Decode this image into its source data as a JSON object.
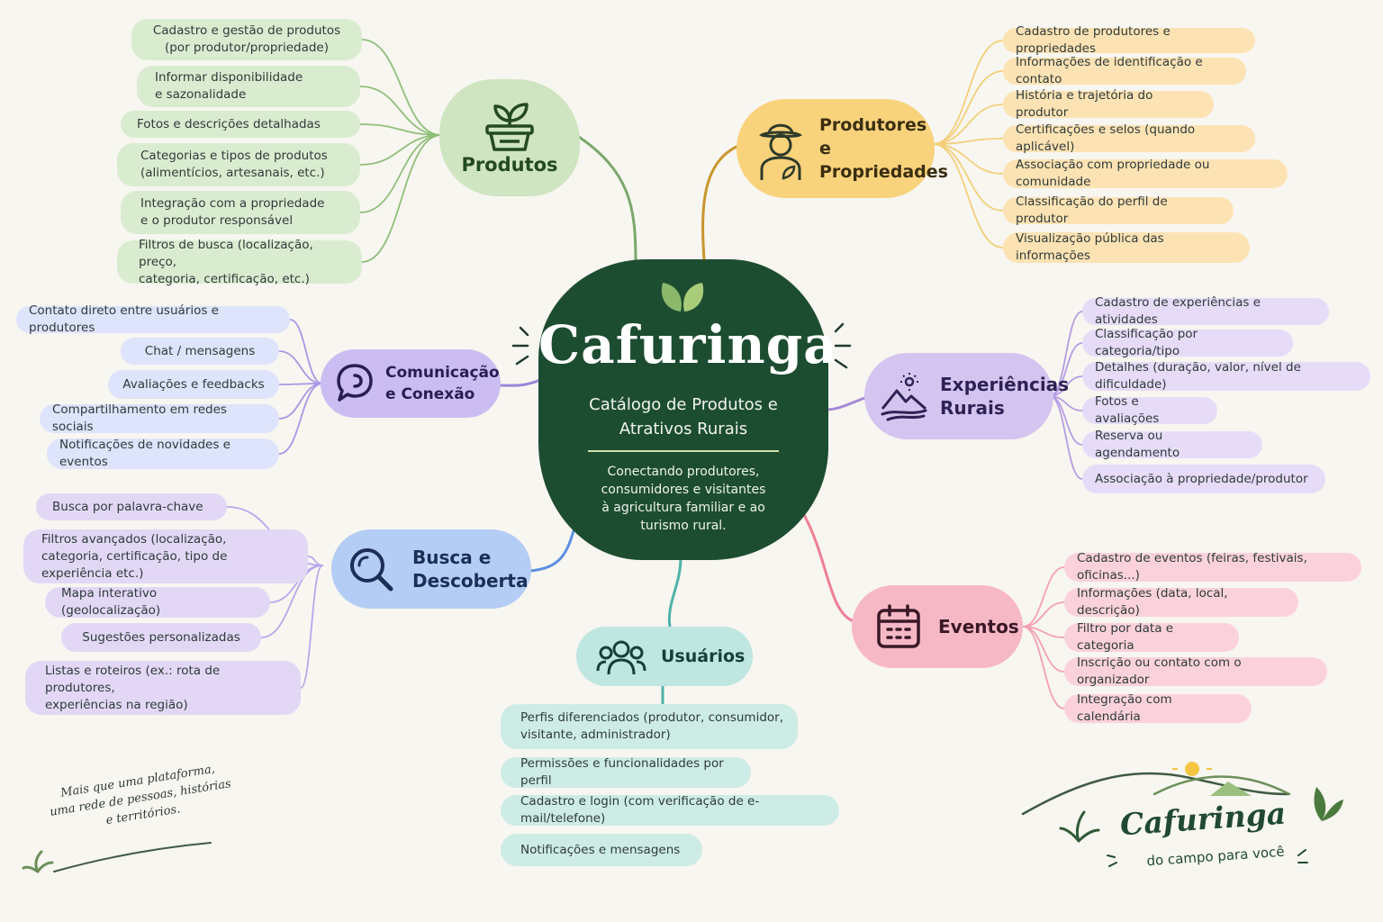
{
  "colors": {
    "background": "#f8f6f0",
    "center": "#1d4d31",
    "produtos": "#7aa86a",
    "produtores": "#f0c060",
    "experiencias": "#a58ad6",
    "eventos": "#ef7f95",
    "usuarios": "#4fb3a8",
    "busca": "#5b8fe0",
    "comunicacao": "#9a86d8"
  },
  "center": {
    "title": "Cafuringa",
    "subtitle": "Catálogo de Produtos e\nAtrativos Rurais",
    "description": "Conectando produtores,\nconsumidores e visitantes\nà agricultura familiar e ao\nturismo rural.",
    "icon": "leaf-icon"
  },
  "branches": {
    "produtos": {
      "label": "Produtos",
      "icon": "plant-basket-icon",
      "items": [
        "Cadastro e gestão de produtos\n(por produtor/propriedade)",
        "Informar disponibilidade\ne sazonalidade",
        "Fotos e descrições detalhadas",
        "Categorias e tipos de produtos\n(alimentícios, artesanais, etc.)",
        "Integração com a propriedade\ne o produtor responsável",
        "Filtros de busca (localização, preço,\ncategoria, certificação, etc.)"
      ]
    },
    "produtores": {
      "label": "Produtores\ne Propriedades",
      "icon": "farmer-icon",
      "items": [
        "Cadastro de produtores e propriedades",
        "Informações de identificação e contato",
        "História e trajetória do produtor",
        "Certificações e selos (quando aplicável)",
        "Associação com propriedade ou comunidade",
        "Classificação do perfil de produtor",
        "Visualização pública das informações"
      ]
    },
    "experiencias": {
      "label": "Experiências\nRurais",
      "icon": "mountain-icon",
      "items": [
        "Cadastro de experiências e atividades",
        "Classificação por categoria/tipo",
        "Detalhes (duração, valor, nível de dificuldade)",
        "Fotos e avaliações",
        "Reserva ou agendamento",
        "Associação à propriedade/produtor"
      ]
    },
    "eventos": {
      "label": "Eventos",
      "icon": "calendar-icon",
      "items": [
        "Cadastro de eventos (feiras, festivais, oficinas...)",
        "Informações (data, local, descrição)",
        "Filtro por data e categoria",
        "Inscrição ou contato com o organizador",
        "Integração com calendária"
      ]
    },
    "usuarios": {
      "label": "Usuários",
      "icon": "users-icon",
      "items": [
        "Perfis diferenciados (produtor, consumidor,\nvisitante, administrador)",
        "Permissões e funcionalidades por perfil",
        "Cadastro e login (com verificação de e-mail/telefone)",
        "Notificações e mensagens"
      ]
    },
    "busca": {
      "label": "Busca e\nDescoberta",
      "icon": "search-icon",
      "items": [
        "Busca por palavra-chave",
        "Filtros avançados (localização,\ncategoria, certificação, tipo de experiência etc.)",
        "Mapa interativo (geolocalização)",
        "Sugestões personalizadas",
        "Listas e roteiros (ex.: rota de produtores,\nexperiências na região)"
      ]
    },
    "comunicacao": {
      "label": "Comunicação\ne Conexão",
      "icon": "chat-icon",
      "items": [
        "Contato direto entre usuários e produtores",
        "Chat / mensagens",
        "Avaliações e feedbacks",
        "Compartilhamento em redes sociais",
        "Notificações de novidades e eventos"
      ]
    }
  },
  "tagline": "Mais que uma plataforma,\numa rede de pessoas, histórias\ne territórios.",
  "logo": {
    "name": "Cafuringa",
    "slogan": "do campo para você"
  }
}
